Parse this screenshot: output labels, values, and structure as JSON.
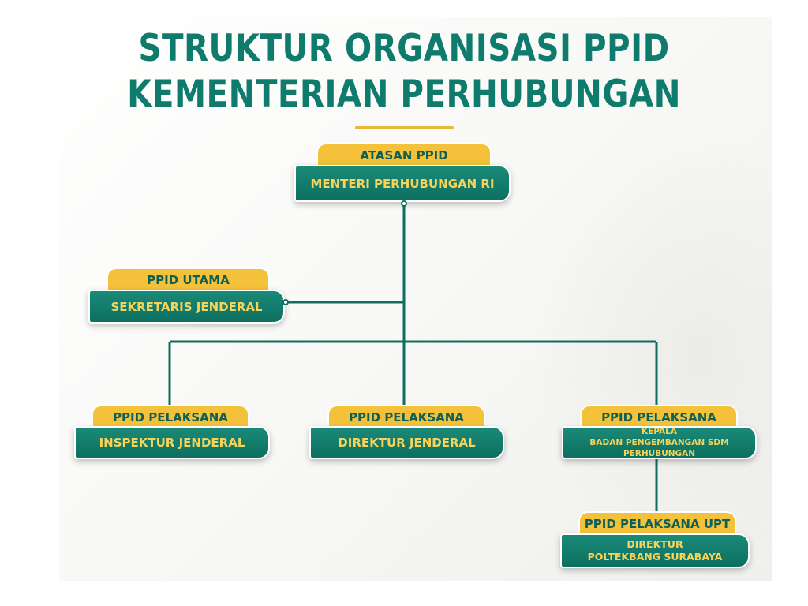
{
  "title": {
    "line1": "STRUKTUR ORGANISASI PPID",
    "line2": "KEMENTERIAN PERHUBUNGAN"
  },
  "colors": {
    "teal": "#0e7b6c",
    "gold": "#f4c23a",
    "box_text": "#f7d35a"
  },
  "nodes": {
    "atasan": {
      "role": "ATASAN PPID",
      "name": "MENTERI PERHUBUNGAN RI"
    },
    "utama": {
      "role": "PPID UTAMA",
      "name": "SEKRETARIS JENDERAL"
    },
    "pelaksana_itjen": {
      "role": "PPID PELAKSANA",
      "name": "INSPEKTUR JENDERAL"
    },
    "pelaksana_dirjen": {
      "role": "PPID PELAKSANA",
      "name": "DIREKTUR JENDERAL"
    },
    "pelaksana_bpsdm": {
      "role": "PPID PELAKSANA",
      "name_line1": "KEPALA",
      "name_line2": "BADAN PENGEMBANGAN SDM PERHUBUNGAN"
    },
    "pelaksana_upt": {
      "role": "PPID PELAKSANA UPT",
      "name_line1": "DIREKTUR",
      "name_line2": "POLTEKBANG SURABAYA"
    }
  }
}
